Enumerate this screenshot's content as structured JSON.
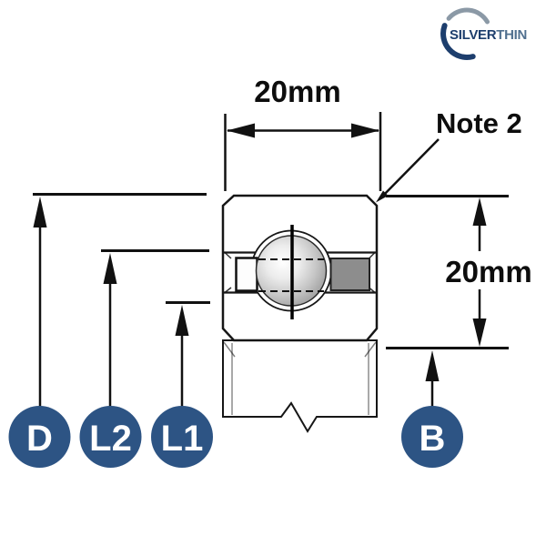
{
  "logo": {
    "part1": "SILVER",
    "part2": "THIN"
  },
  "dims": {
    "width": "20mm",
    "height": "20mm",
    "note": "Note 2"
  },
  "callouts": {
    "d": "D",
    "l2": "L2",
    "l1": "L1",
    "b": "B"
  },
  "colors": {
    "callout_blue": "#2d5484",
    "logo_navy": "#1d3e6d",
    "logo_steel": "#51708f",
    "logo_gray": "#8b99a6",
    "line": "#111111"
  }
}
